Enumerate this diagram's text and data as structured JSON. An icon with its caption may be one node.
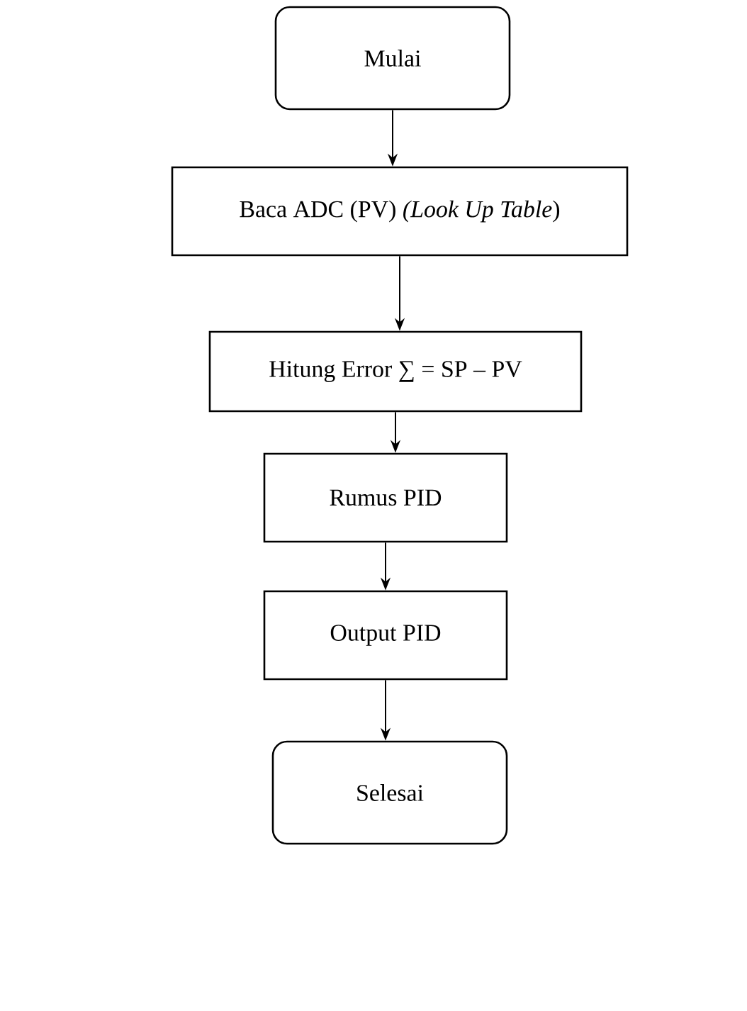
{
  "diagram": {
    "nodes": [
      {
        "text": [
          "Mulai"
        ]
      },
      {
        "text": [
          "Baca ADC (PV) *(Look Up Table*)"
        ]
      },
      {
        "text": [
          "Hitung Error ∑ = SP – PV"
        ]
      },
      {
        "text": [
          "Rumus PID"
        ]
      },
      {
        "text": [
          "Output PID"
        ]
      },
      {
        "text": [
          "Selesai"
        ]
      }
    ],
    "edges": [
      {
        "from": 0,
        "to": 1,
        "arrow": "to"
      },
      {
        "from": 1,
        "to": 2,
        "arrow": "to"
      },
      {
        "from": 2,
        "to": 3,
        "arrow": "to"
      },
      {
        "from": 3,
        "to": 4,
        "arrow": "to"
      },
      {
        "from": 4,
        "to": 5,
        "arrow": "to"
      }
    ]
  }
}
